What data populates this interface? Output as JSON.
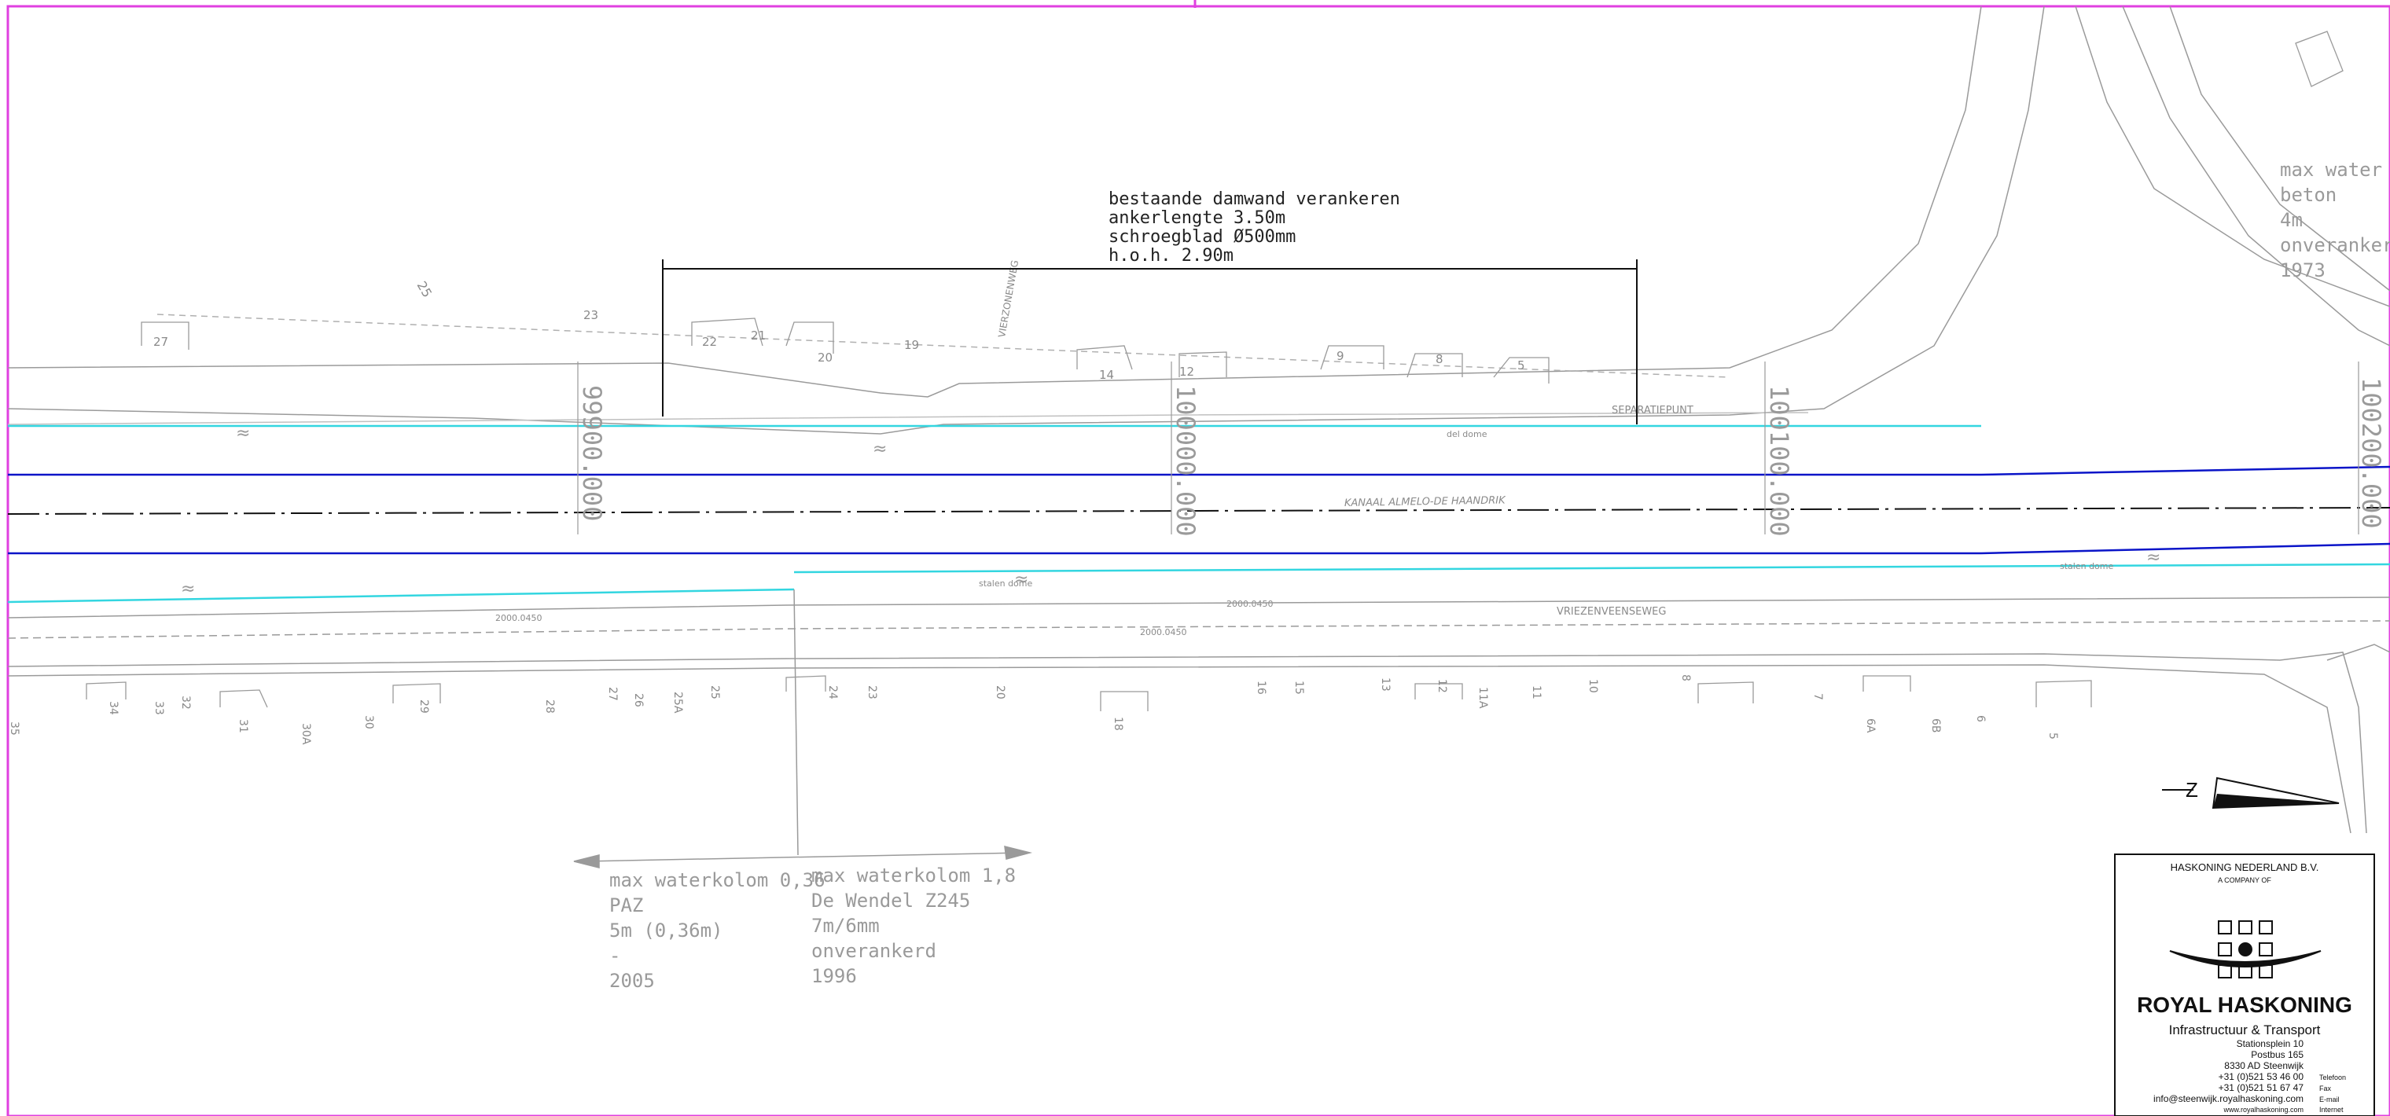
{
  "annotation": {
    "lines": [
      "bestaande damwand verankeren",
      "ankerlengte 3.50m",
      "schroegblad Ø500mm",
      "h.o.h. 2.90m"
    ]
  },
  "canal": {
    "name": "KANAAL ALMELO-DE HAANDRIK",
    "separatiepunt": "SEPARATIEPUNT",
    "road_north": "VIERZONENWEG",
    "road_south": "VRIEZENVEENSEWEG",
    "stations": [
      "99900.000",
      "100000.000",
      "100100.000",
      "100200.000"
    ],
    "bank_labels": [
      "del dome",
      "stalen dome",
      "stalen dome"
    ],
    "elevations": [
      "2000.0450",
      "2000.0450",
      "2000.0450"
    ]
  },
  "house_numbers_north": [
    "25",
    "23",
    "22",
    "21",
    "20",
    "19",
    "14",
    "12",
    "9",
    "8",
    "5",
    "27"
  ],
  "house_numbers_south": [
    "35",
    "34",
    "33",
    "32",
    "31",
    "30A",
    "30",
    "29",
    "28",
    "27",
    "26",
    "25A",
    "25",
    "24",
    "23",
    "20",
    "18",
    "16",
    "15",
    "13",
    "12",
    "11A",
    "11",
    "10",
    "8",
    "7",
    "6A",
    "6B",
    "6",
    "5"
  ],
  "legend_left": {
    "lines": [
      "max waterkolom 0,36",
      "PAZ",
      "5m (0,36m)",
      "-",
      "2005"
    ]
  },
  "legend_right": {
    "lines": [
      "max waterkolom 1,8",
      "De Wendel Z245",
      "7m/6mm",
      "onverankerd",
      "1996"
    ]
  },
  "legend_topright": {
    "lines": [
      "max water",
      "beton",
      "4m",
      "onveranker",
      "1973"
    ]
  },
  "north_arrow": {
    "label": "Z"
  },
  "title_block": {
    "company": "HASKONING NEDERLAND B.V.",
    "company_sub": "A COMPANY OF",
    "brand": "ROYAL HASKONING",
    "division": "Infrastructuur & Transport",
    "address": [
      "Stationsplein 10",
      "Postbus 165",
      "8330 AD Steenwijk"
    ],
    "contacts": [
      {
        "value": "+31 (0)521 53 46 00",
        "type": "Telefoon"
      },
      {
        "value": "+31 (0)521 51 67 47",
        "type": "Fax"
      },
      {
        "value": "info@steenwijk.royalhaskoning.com",
        "type": "E-mail"
      },
      {
        "value": "www.royalhaskoning.com",
        "type": "Internet"
      }
    ]
  },
  "colors": {
    "frame": "#e040e0",
    "canal_blue": "#0a14c8",
    "cyan": "#33d6e0",
    "line_grey": "#9a9a9a"
  }
}
